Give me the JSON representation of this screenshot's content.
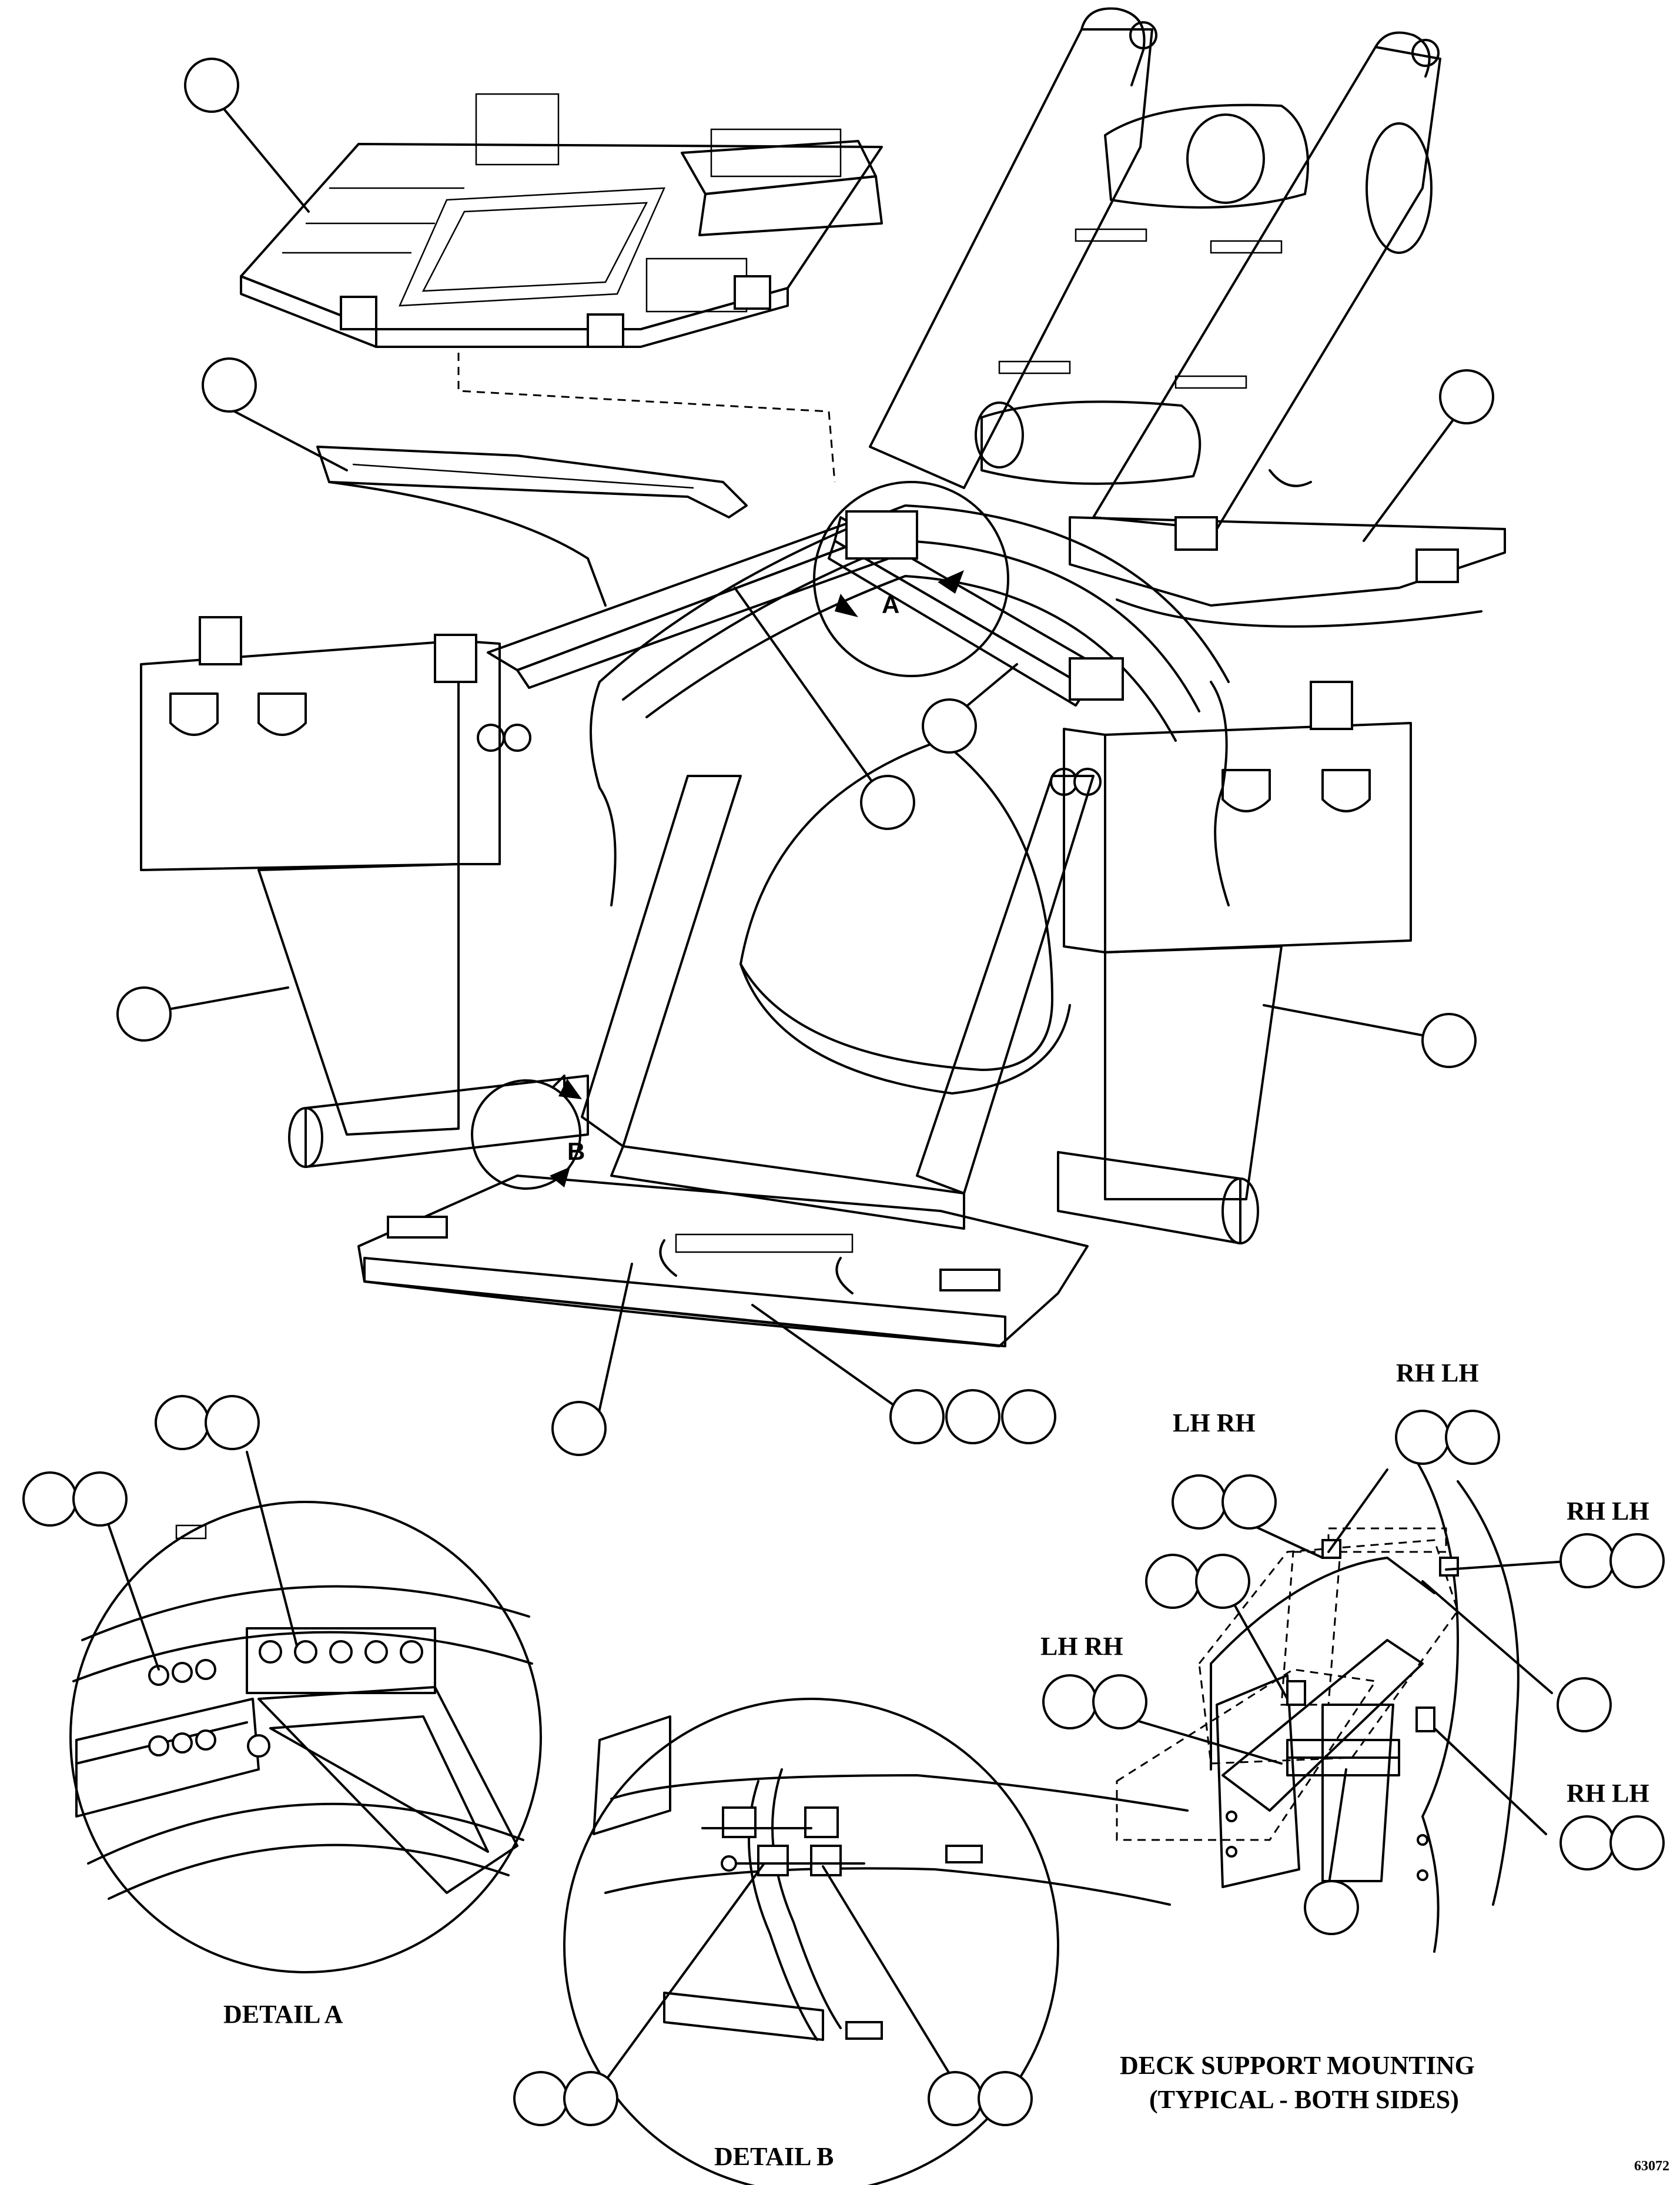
{
  "detail_letters": {
    "a": "A",
    "b": "B"
  },
  "captions": {
    "detail_a": "DETAIL A",
    "detail_b": "DETAIL B",
    "deck_line1": "DECK SUPPORT MOUNTING",
    "deck_line2": "(TYPICAL - BOTH SIDES)"
  },
  "side_labels": {
    "top": "RH LH",
    "upper_left": "LH RH",
    "right_upper": "RH LH",
    "middle_left": "LH RH",
    "right_lower": "RH LH"
  },
  "figure_code": "63072"
}
